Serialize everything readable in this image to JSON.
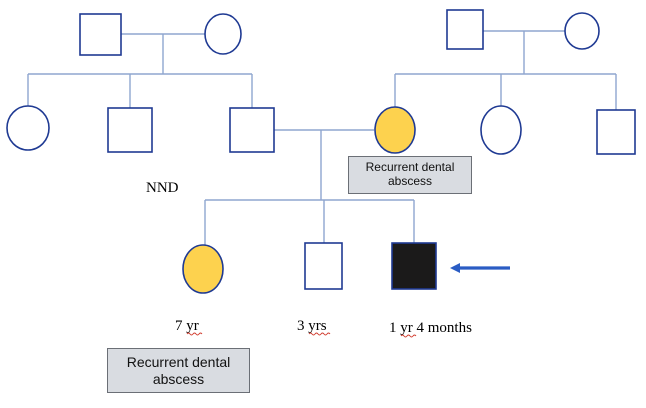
{
  "colors": {
    "symbol_stroke": "#1f3a93",
    "connector": "#8fa6cf",
    "affected_trait_fill": "#fdd24e",
    "proband_fill": "#1b1a1a",
    "arrow": "#2a5cc4",
    "note_box_fill": "#d9dce1"
  },
  "labels": {
    "nnd": "NND",
    "child1_age_num": "7",
    "child1_age_unit": "yr",
    "child2_age_num": "3",
    "child2_age_unit": "yrs",
    "child3_age_num": "1",
    "child3_age_unit": "yr",
    "child3_age_rest": "4 months"
  },
  "notes": {
    "mother": [
      "Recurrent dental",
      "abscess"
    ],
    "child1": [
      "Recurrent dental",
      "abscess"
    ]
  },
  "individuals": [
    {
      "id": "paternal-grandfather",
      "sex": "male",
      "status": "unaffected"
    },
    {
      "id": "paternal-grandmother",
      "sex": "female",
      "status": "unaffected"
    },
    {
      "id": "maternal-grandfather",
      "sex": "male",
      "status": "unaffected"
    },
    {
      "id": "maternal-grandmother",
      "sex": "female",
      "status": "unaffected"
    },
    {
      "id": "paternal-aunt",
      "sex": "female",
      "status": "unaffected"
    },
    {
      "id": "paternal-uncle",
      "sex": "male",
      "status": "unaffected"
    },
    {
      "id": "father",
      "sex": "male",
      "status": "unaffected"
    },
    {
      "id": "mother",
      "sex": "female",
      "status": "recurrent-dental-abscess"
    },
    {
      "id": "maternal-aunt",
      "sex": "female",
      "status": "unaffected"
    },
    {
      "id": "maternal-uncle",
      "sex": "male",
      "status": "unaffected"
    },
    {
      "id": "child-7yr",
      "sex": "female",
      "status": "recurrent-dental-abscess"
    },
    {
      "id": "child-3yrs",
      "sex": "male",
      "status": "unaffected"
    },
    {
      "id": "proband",
      "sex": "male",
      "status": "affected-proband"
    }
  ]
}
